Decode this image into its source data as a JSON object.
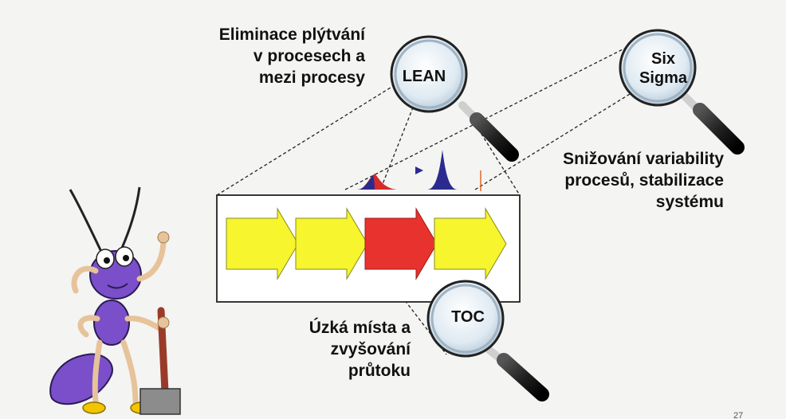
{
  "annotations": {
    "lean_note": [
      "Eliminace plýtvání",
      "v procesech a",
      "mezi procesy"
    ],
    "sixsigma_note": [
      "Snižování variability",
      "procesů, stabilizace",
      "systému"
    ],
    "toc_note": [
      "Úzká místa a",
      "zvyšování",
      "průtoku"
    ]
  },
  "lenses": {
    "lean": "LEAN",
    "sixsigma": [
      "Six",
      "Sigma"
    ],
    "toc": "TOC"
  },
  "process_steps": [
    {
      "state": "normal",
      "color": "#f6f52e"
    },
    {
      "state": "normal",
      "color": "#f6f52e"
    },
    {
      "state": "bottleneck",
      "color": "#e8322e"
    },
    {
      "state": "normal",
      "color": "#f6f52e"
    }
  ],
  "colors": {
    "arrow_yellow": "#f6f52e",
    "arrow_red": "#e8322e",
    "dist_red": "#d52b2b",
    "dist_blue": "#2b2b8f",
    "ant_body": "#7a4fc9"
  },
  "page_number": "27"
}
